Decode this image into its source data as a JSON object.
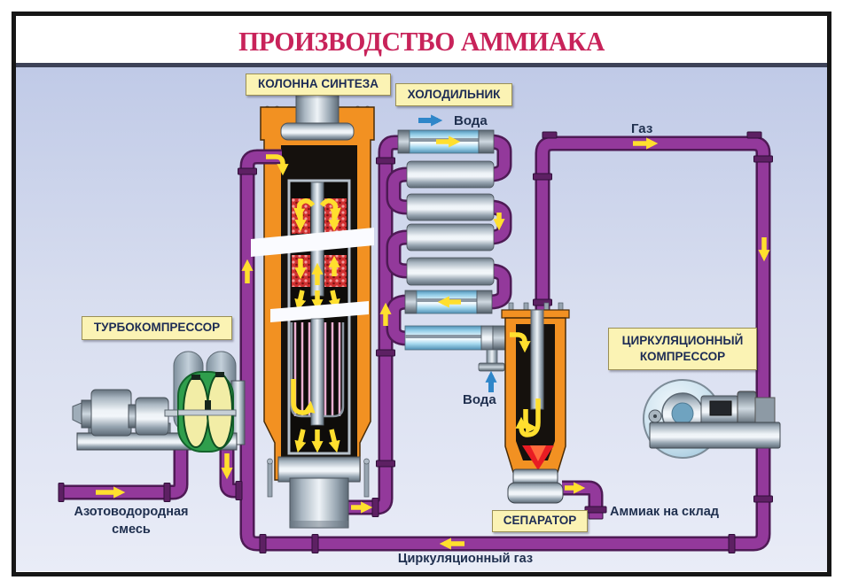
{
  "title": "ПРОИЗВОДСТВО АММИАКА",
  "equipment_labels": {
    "synthesis_column": "КОЛОННА СИНТЕЗА",
    "cooler": "ХОЛОДИЛЬНИК",
    "turbocompressor": "ТУРБОКОМПРЕССОР",
    "circulation_compressor": "ЦИРКУЛЯЦИОННЫЙ КОМПРЕССОР",
    "separator": "СЕПАРАТОР"
  },
  "flow_labels": {
    "water_top": "Вода",
    "water_bottom": "Вода",
    "gas": "Газ",
    "feed": "Азотоводородная смесь",
    "ammonia_to_storage": "Аммиак на склад",
    "circulation_gas": "Циркуляционный газ"
  },
  "colors": {
    "title": "#c8235a",
    "pipe": "#93399b",
    "pipe-dark": "#4e1a55",
    "arrow": "#ffdf2e",
    "water-arrow": "#2f86c9",
    "vessel-orange": "#f29122",
    "label-bg": "#fbf3b4",
    "label-ink": "#1d2c55",
    "catalyst-red": "#d03030",
    "liquid-red": "#e81c23",
    "compressor-green": "#2f9e4c"
  }
}
